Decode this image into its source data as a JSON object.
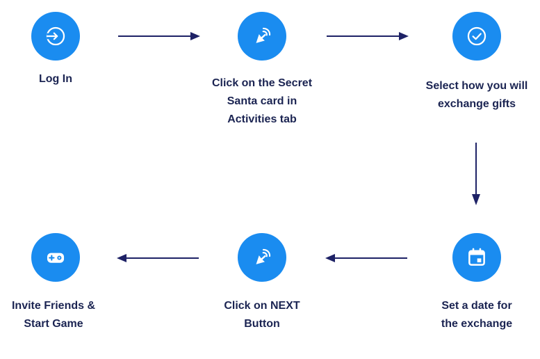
{
  "colors": {
    "icon_fill": "#1a8cf0",
    "icon_glyph": "#ffffff",
    "arrow": "#1e2266",
    "label_text": "#1b2452"
  },
  "steps": [
    {
      "icon": "login-arrow-icon",
      "label": "Log In"
    },
    {
      "icon": "tap-click-icon",
      "label": "Click on the Secret\nSanta card in\nActivities tab"
    },
    {
      "icon": "check-circle-icon",
      "label": "Select how you will\nexchange gifts"
    },
    {
      "icon": "calendar-icon",
      "label": "Set a date for\nthe exchange"
    },
    {
      "icon": "tap-click-icon",
      "label": "Click on NEXT\nButton"
    },
    {
      "icon": "gamepad-icon",
      "label": "Invite Friends &\nStart Game"
    }
  ]
}
